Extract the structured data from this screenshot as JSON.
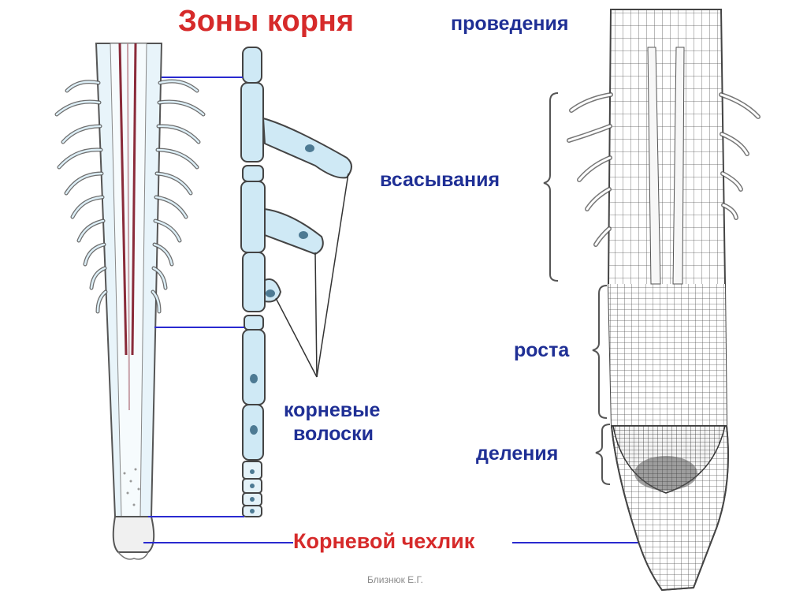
{
  "title": "Зоны корня",
  "labels": {
    "conduction": "проведения",
    "absorption": "всасывания",
    "growth": "роста",
    "division": "деления",
    "root_hairs_line1": "корневые",
    "root_hairs_line2": "волоски",
    "root_cap": "Корневой чехлик"
  },
  "author": "Близнюк Е.Г.",
  "colors": {
    "title": "#d62a2a",
    "labels": "#1f2f95",
    "pointer_lines": "#2a2ad0",
    "root_fill": "#cfe9f5",
    "root_outline": "#444444",
    "vessels": "#8a2b3a"
  }
}
